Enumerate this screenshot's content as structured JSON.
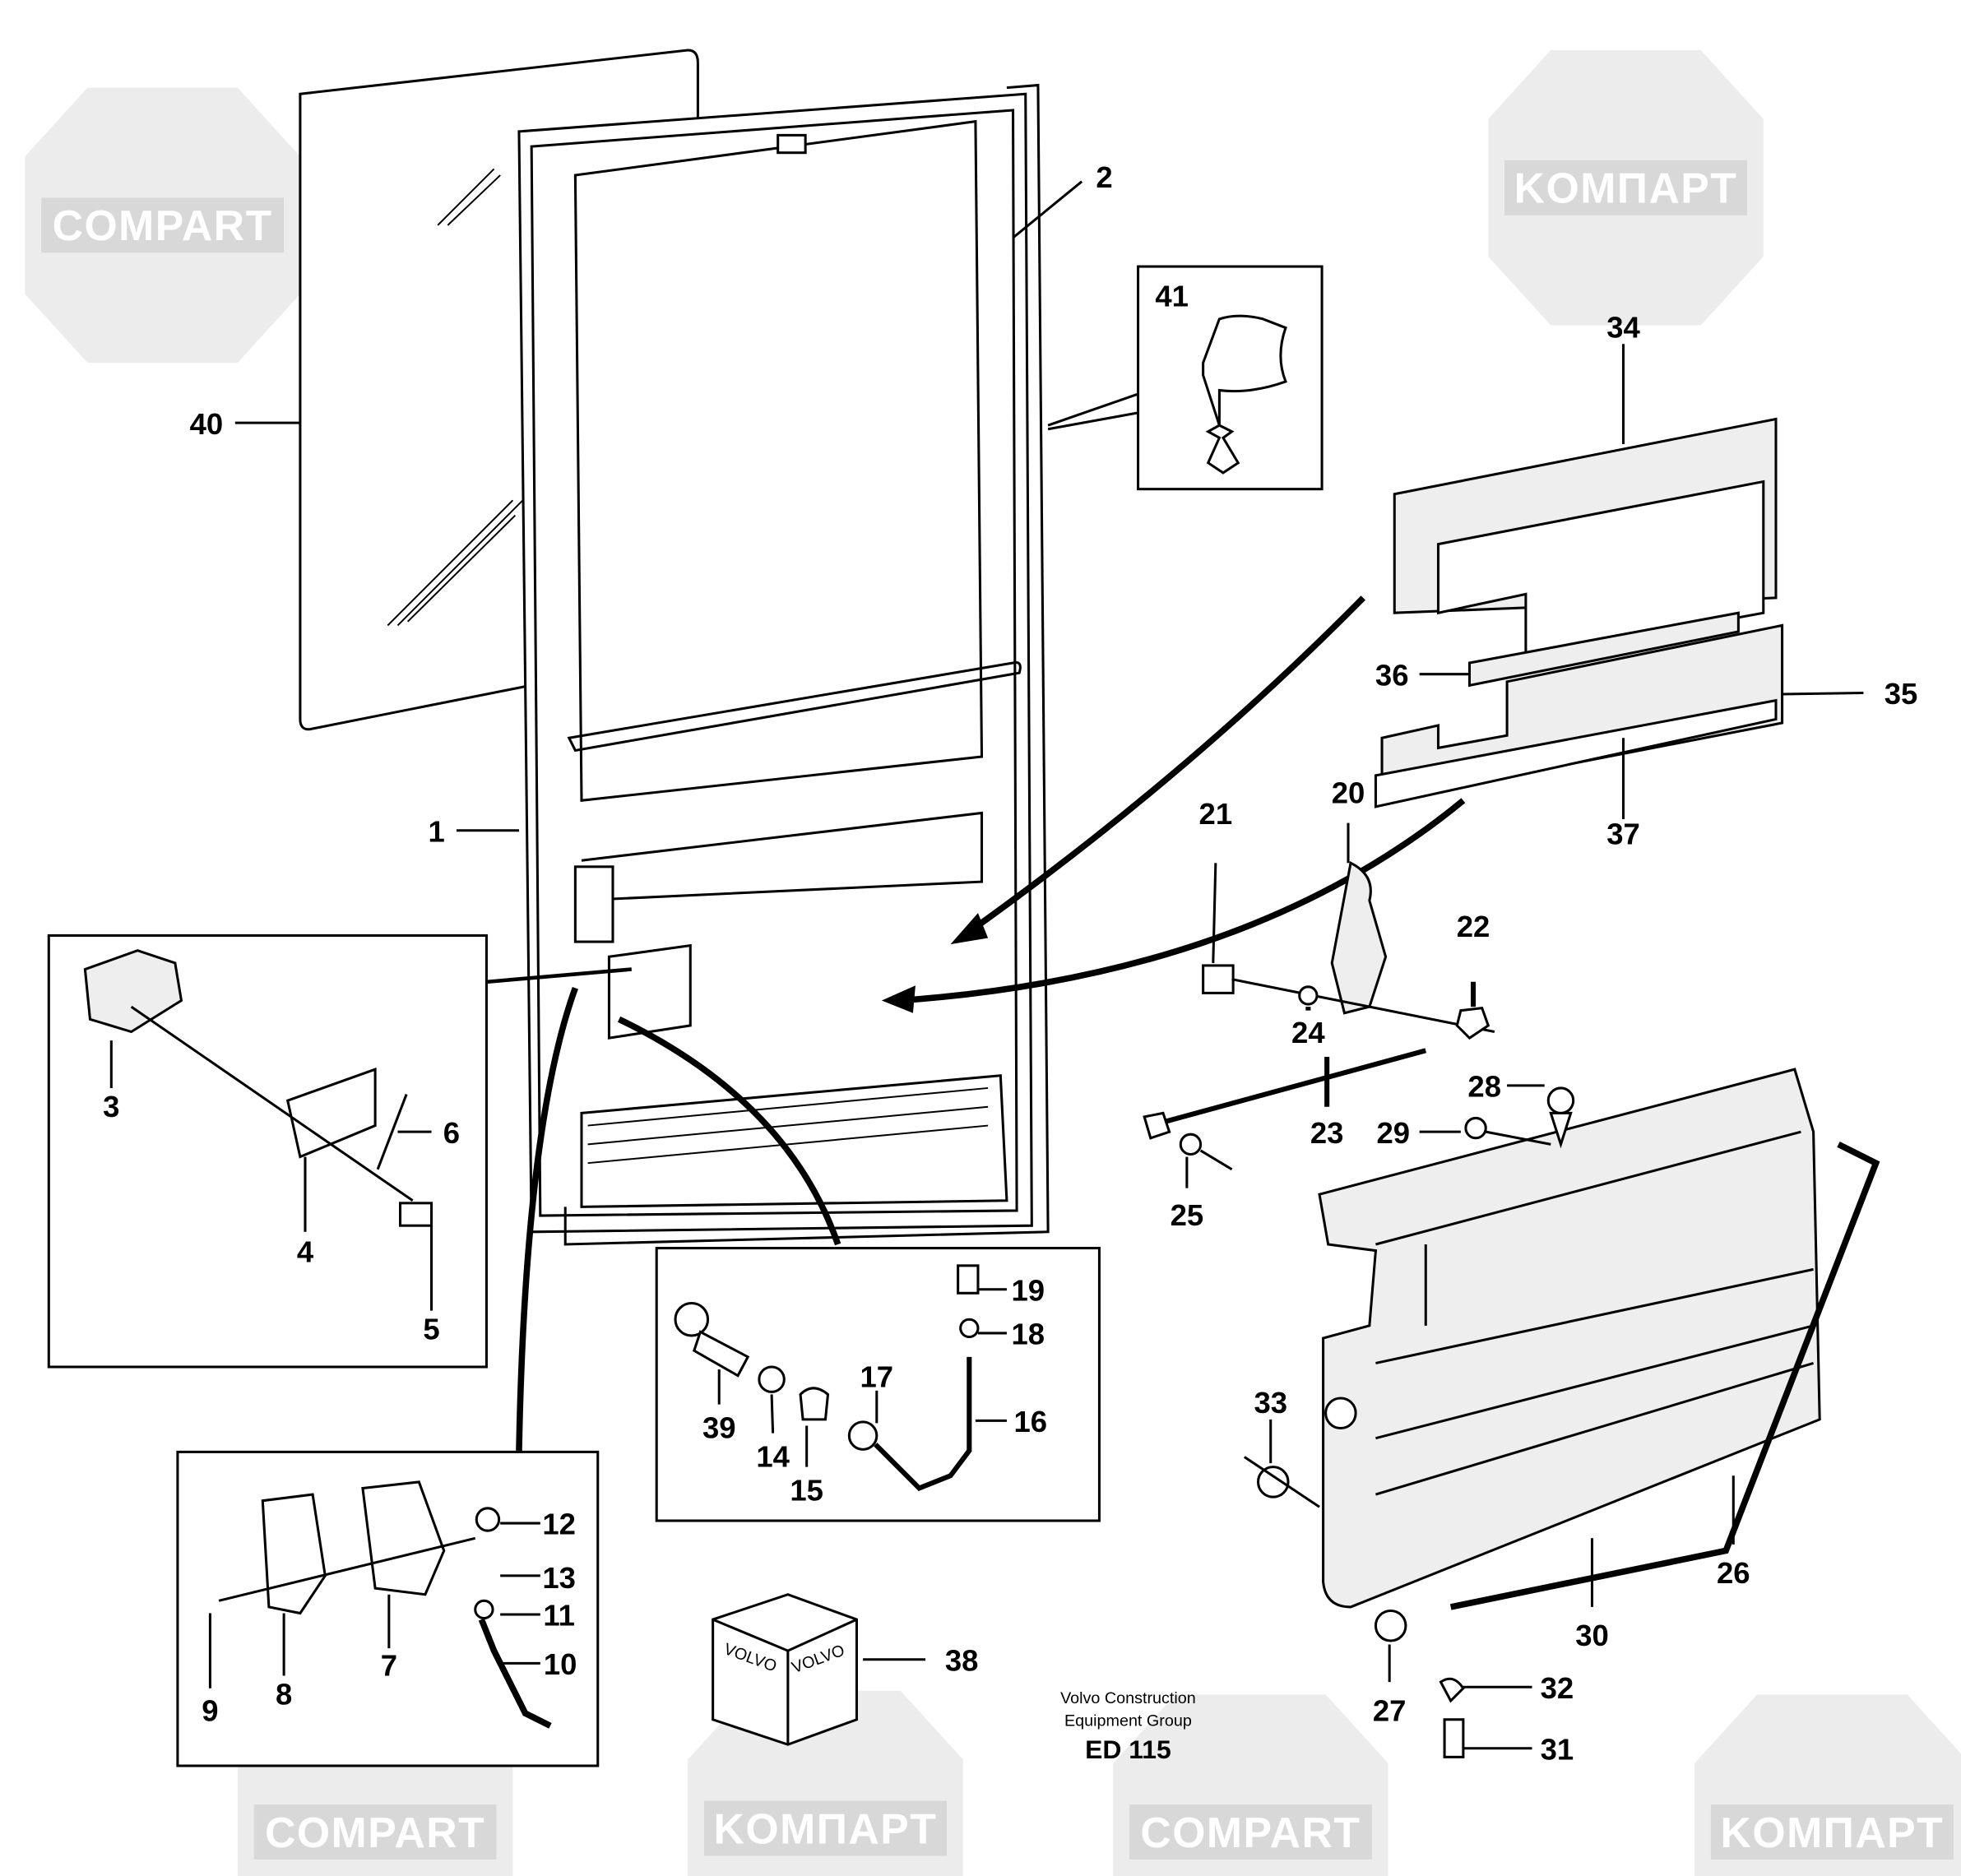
{
  "diagram": {
    "title_block": {
      "line1": "Volvo Construction",
      "line2": "Equipment Group",
      "code": "ED 115"
    },
    "box_brand": "VOLVO",
    "watermark": {
      "texts": [
        "COMPART",
        "KOMПAPT"
      ]
    },
    "callouts": {
      "n1": "1",
      "n2": "2",
      "n3": "3",
      "n4": "4",
      "n5": "5",
      "n6": "6",
      "n7": "7",
      "n8": "8",
      "n9": "9",
      "n10": "10",
      "n11": "11",
      "n12": "12",
      "n13": "13",
      "n14": "14",
      "n15": "15",
      "n16": "16",
      "n17": "17",
      "n18": "18",
      "n19": "19",
      "n20": "20",
      "n21": "21",
      "n22": "22",
      "n23": "23",
      "n24": "24",
      "n25": "25",
      "n26": "26",
      "n27": "27",
      "n28": "28",
      "n29": "29",
      "n30": "30",
      "n31": "31",
      "n32": "32",
      "n33": "33",
      "n34": "34",
      "n35": "35",
      "n36": "36",
      "n37": "37",
      "n38": "38",
      "n39": "39",
      "n40": "40",
      "n41": "41"
    }
  }
}
